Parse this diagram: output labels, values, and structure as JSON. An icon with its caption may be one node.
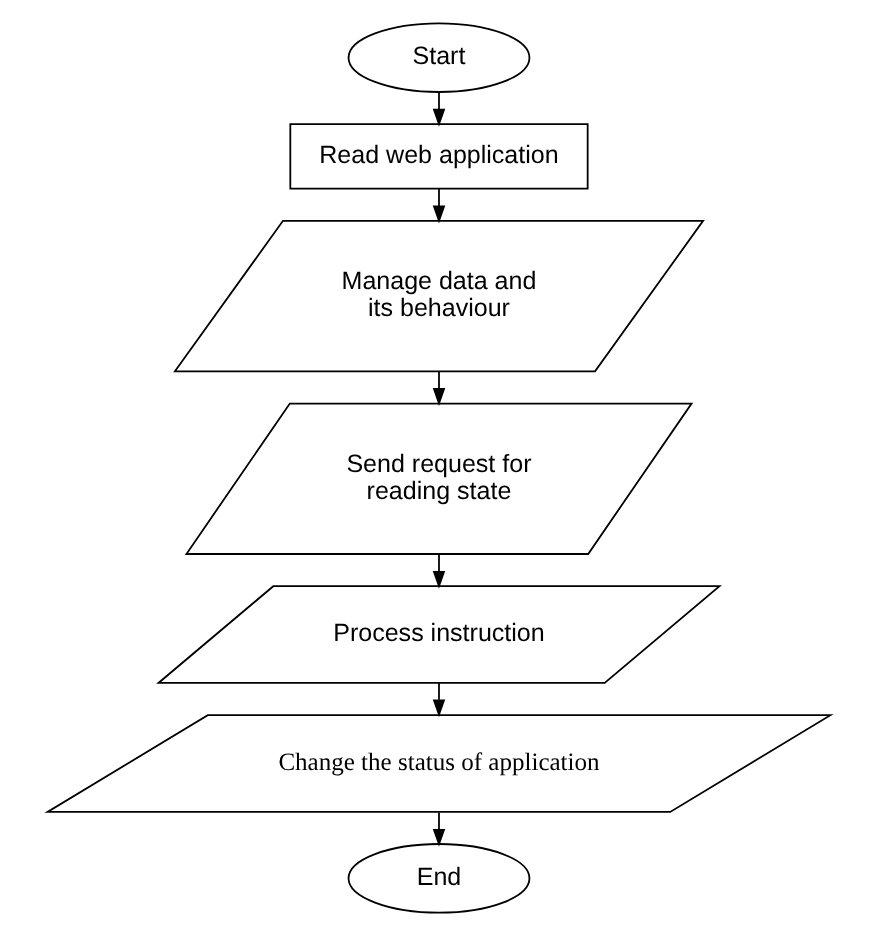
{
  "diagram": {
    "nodes": [
      {
        "text": [
          "Start"
        ]
      },
      {
        "text": [
          "Read web application"
        ]
      },
      {
        "text": [
          "Manage data and its behaviour"
        ]
      },
      {
        "text": [
          "Send request for reading state"
        ]
      },
      {
        "text": [
          "Process instruction"
        ]
      },
      {
        "text": [
          "Change the status of application"
        ]
      },
      {
        "text": [
          "End"
        ]
      }
    ],
    "edges": [
      {
        "from": 0,
        "to": 1,
        "arrow": "to"
      },
      {
        "from": 1,
        "to": 2,
        "arrow": "to"
      },
      {
        "from": 2,
        "to": 3,
        "arrow": "to"
      },
      {
        "from": 3,
        "to": 4,
        "arrow": "to"
      },
      {
        "from": 4,
        "to": 5,
        "arrow": "to"
      },
      {
        "from": 5,
        "to": 6,
        "arrow": "to"
      }
    ]
  }
}
